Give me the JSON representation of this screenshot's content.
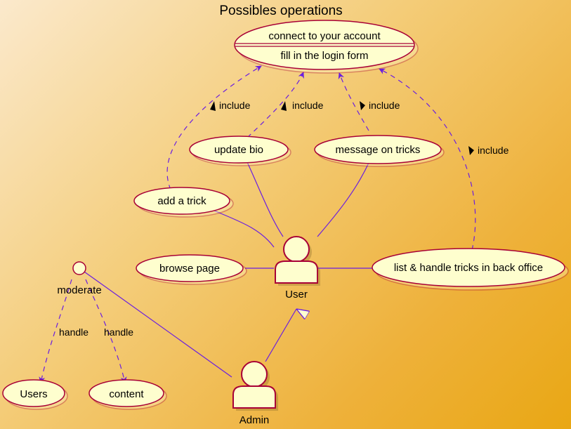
{
  "title": "Possibles operations",
  "usecases": {
    "connect": {
      "line1": "connect to your account",
      "line2": "fill in the login form"
    },
    "update_bio": "update bio",
    "message_tricks": "message on tricks",
    "add_trick": "add a trick",
    "browse_page": "browse page",
    "list_handle": "list & handle tricks in back office",
    "users": "Users",
    "content": "content"
  },
  "actors": {
    "user": "User",
    "admin": "Admin"
  },
  "interface": {
    "moderate": "moderate"
  },
  "relations": {
    "include_add_trick": "include",
    "include_update_bio": "include",
    "include_message": "include",
    "include_list": "include",
    "handle_users": "handle",
    "handle_content": "handle"
  },
  "colors": {
    "line": "#6a1de0",
    "usecase_fill": "#fefece",
    "usecase_border": "#a80036"
  }
}
